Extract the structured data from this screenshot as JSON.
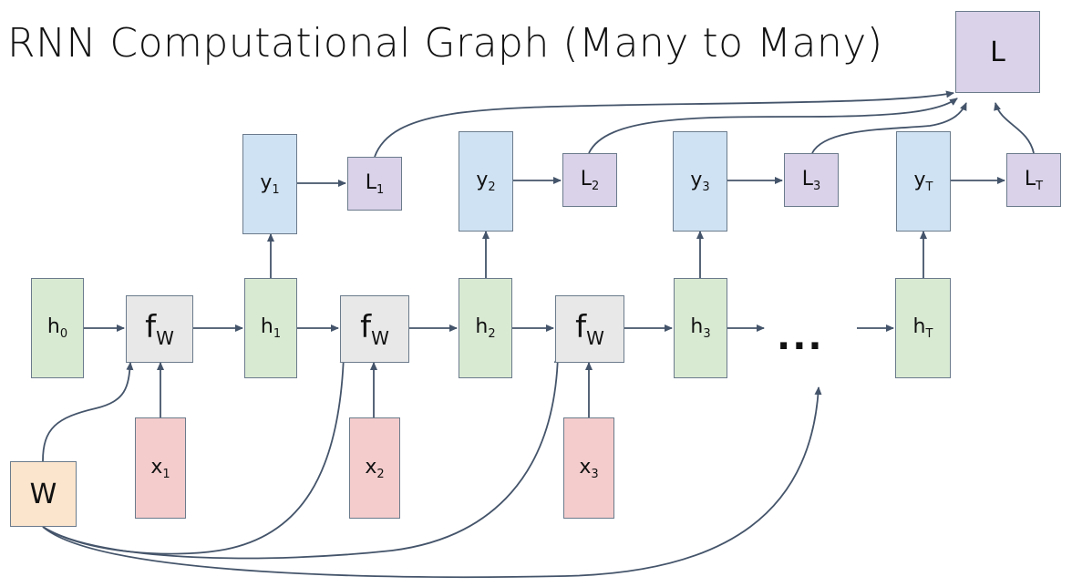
{
  "title": "RNN Computational Graph (Many to Many)",
  "nodes": {
    "L": "L",
    "W": "W",
    "h0": {
      "base": "h",
      "sub": "0"
    },
    "h1": {
      "base": "h",
      "sub": "1"
    },
    "h2": {
      "base": "h",
      "sub": "2"
    },
    "h3": {
      "base": "h",
      "sub": "3"
    },
    "hT": {
      "base": "h",
      "sub": "T"
    },
    "fw": {
      "base": "f",
      "sub": "W"
    },
    "y1": {
      "base": "y",
      "sub": "1"
    },
    "y2": {
      "base": "y",
      "sub": "2"
    },
    "y3": {
      "base": "y",
      "sub": "3"
    },
    "yT": {
      "base": "y",
      "sub": "T"
    },
    "L1": {
      "base": "L",
      "sub": "1"
    },
    "L2": {
      "base": "L",
      "sub": "2"
    },
    "L3": {
      "base": "L",
      "sub": "3"
    },
    "LT": {
      "base": "L",
      "sub": "T"
    },
    "x1": {
      "base": "x",
      "sub": "1"
    },
    "x2": {
      "base": "x",
      "sub": "2"
    },
    "x3": {
      "base": "x",
      "sub": "3"
    }
  },
  "ellipsis": "...",
  "colors": {
    "hidden": "#d9ead3",
    "output": "#cfe2f3",
    "loss": "#d9d2e9",
    "input": "#f4cccc",
    "function": "#e8e8e8",
    "weights": "#fce5cd",
    "arrow": "#44546a"
  }
}
